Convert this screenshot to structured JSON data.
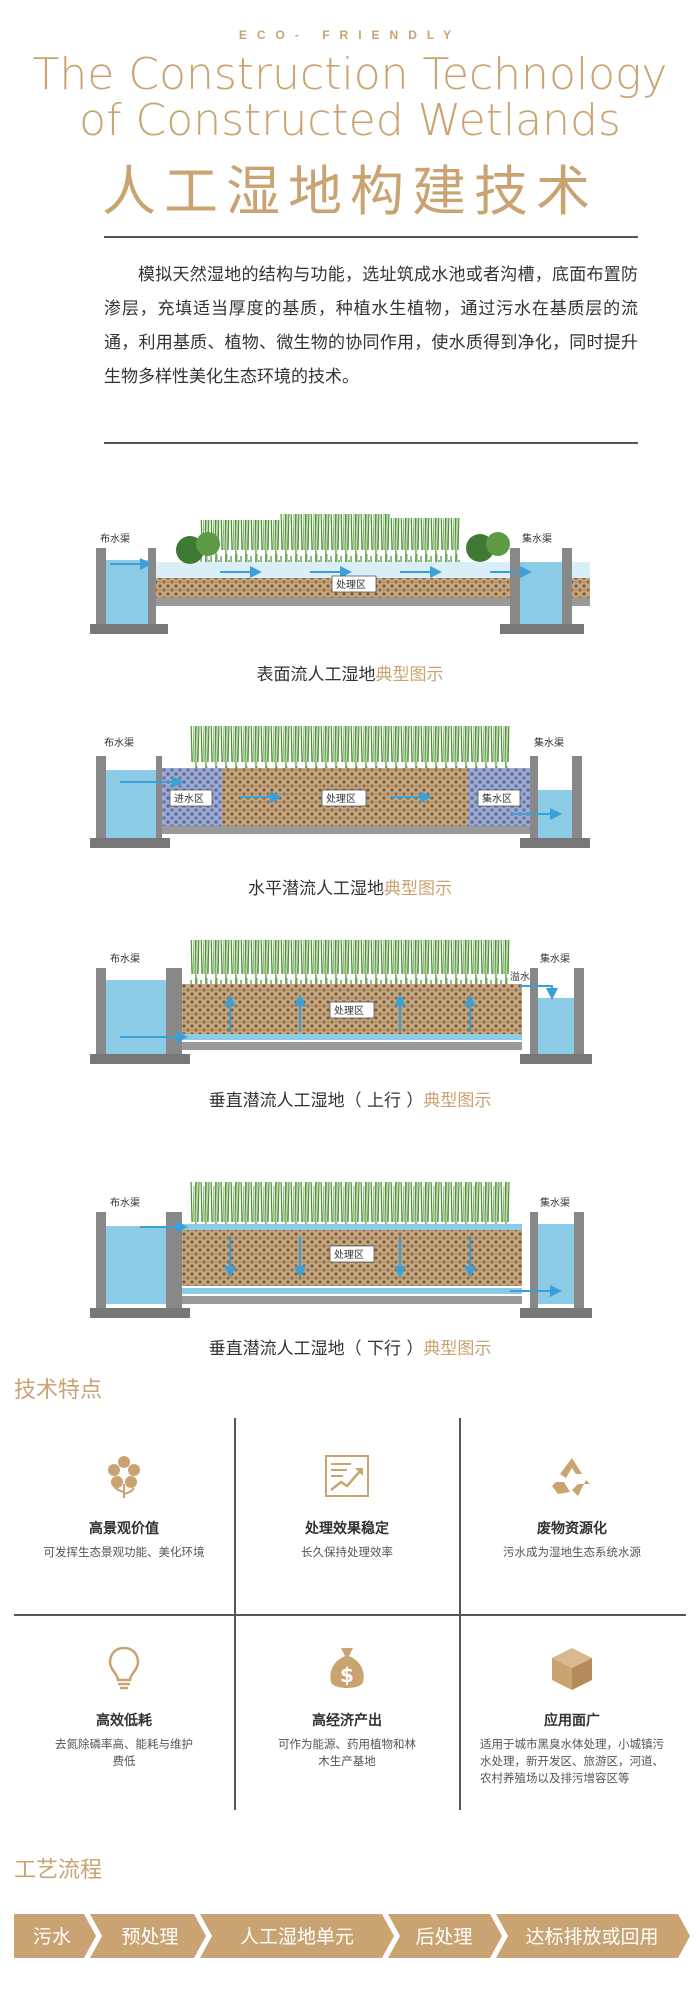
{
  "header": {
    "tagline": "ECO- FRIENDLY",
    "title_en_line1": "The Construction Technology",
    "title_en_line2": "of Constructed Wetlands",
    "title_cn": "人工湿地构建技术"
  },
  "intro": "模拟天然湿地的结构与功能，选址筑成水池或者沟槽，底面布置防渗层，充填适当厚度的基质，种植水生植物，通过污水在基质层的流通，利用基质、植物、微生物的协同作用，使水质得到净化，同时提升生物多样性美化生态环境的技术。",
  "diagrams": [
    {
      "caption_main": "表面流人工湿地",
      "caption_accent": "典型图示",
      "labels": {
        "inlet": "布水渠",
        "outlet": "集水渠",
        "zone": "处理区"
      }
    },
    {
      "caption_main": "水平潜流人工湿地",
      "caption_accent": "典型图示",
      "labels": {
        "inlet": "布水渠",
        "outlet": "集水渠",
        "in_zone": "进水区",
        "zone": "处理区",
        "out_zone": "集水区"
      }
    },
    {
      "caption_main": "垂直潜流人工湿地（ 上行 ）",
      "caption_accent": "典型图示",
      "labels": {
        "inlet": "布水渠",
        "outlet": "集水渠",
        "overflow": "溢水",
        "zone": "处理区"
      }
    },
    {
      "caption_main": "垂直潜流人工湿地（ 下行 ）",
      "caption_accent": "典型图示",
      "labels": {
        "inlet": "布水渠",
        "outlet": "集水渠",
        "zone": "处理区"
      }
    }
  ],
  "features_section": {
    "title": "技术特点",
    "items": [
      {
        "icon": "flower-icon",
        "name": "高景观价值",
        "desc": "可发挥生态景观功能、美化环境"
      },
      {
        "icon": "chart-trend-icon",
        "name": "处理效果稳定",
        "desc": "长久保持处理效率"
      },
      {
        "icon": "recycle-icon",
        "name": "废物资源化",
        "desc": "污水成为湿地生态系统水源"
      },
      {
        "icon": "lightbulb-icon",
        "name": "高效低耗",
        "desc": "去氮除磷率高、能耗与维护费低"
      },
      {
        "icon": "money-bag-icon",
        "name": "高经济产出",
        "desc": "可作为能源、药用植物和林木生产基地"
      },
      {
        "icon": "box-icon",
        "name": "应用面广",
        "desc": "适用于城市黑臭水体处理，小城镇污水处理，新开发区、旅游区，河道、农村养殖场以及排污增容区等"
      }
    ]
  },
  "process_section": {
    "title": "工艺流程",
    "steps": [
      "污水",
      "预处理",
      "人工湿地单元",
      "后处理",
      "达标排放或回用"
    ]
  },
  "colors": {
    "gold": "#c9a371",
    "text": "#333333",
    "water": "#8ccbe6",
    "arrow": "#3ba0d8"
  }
}
